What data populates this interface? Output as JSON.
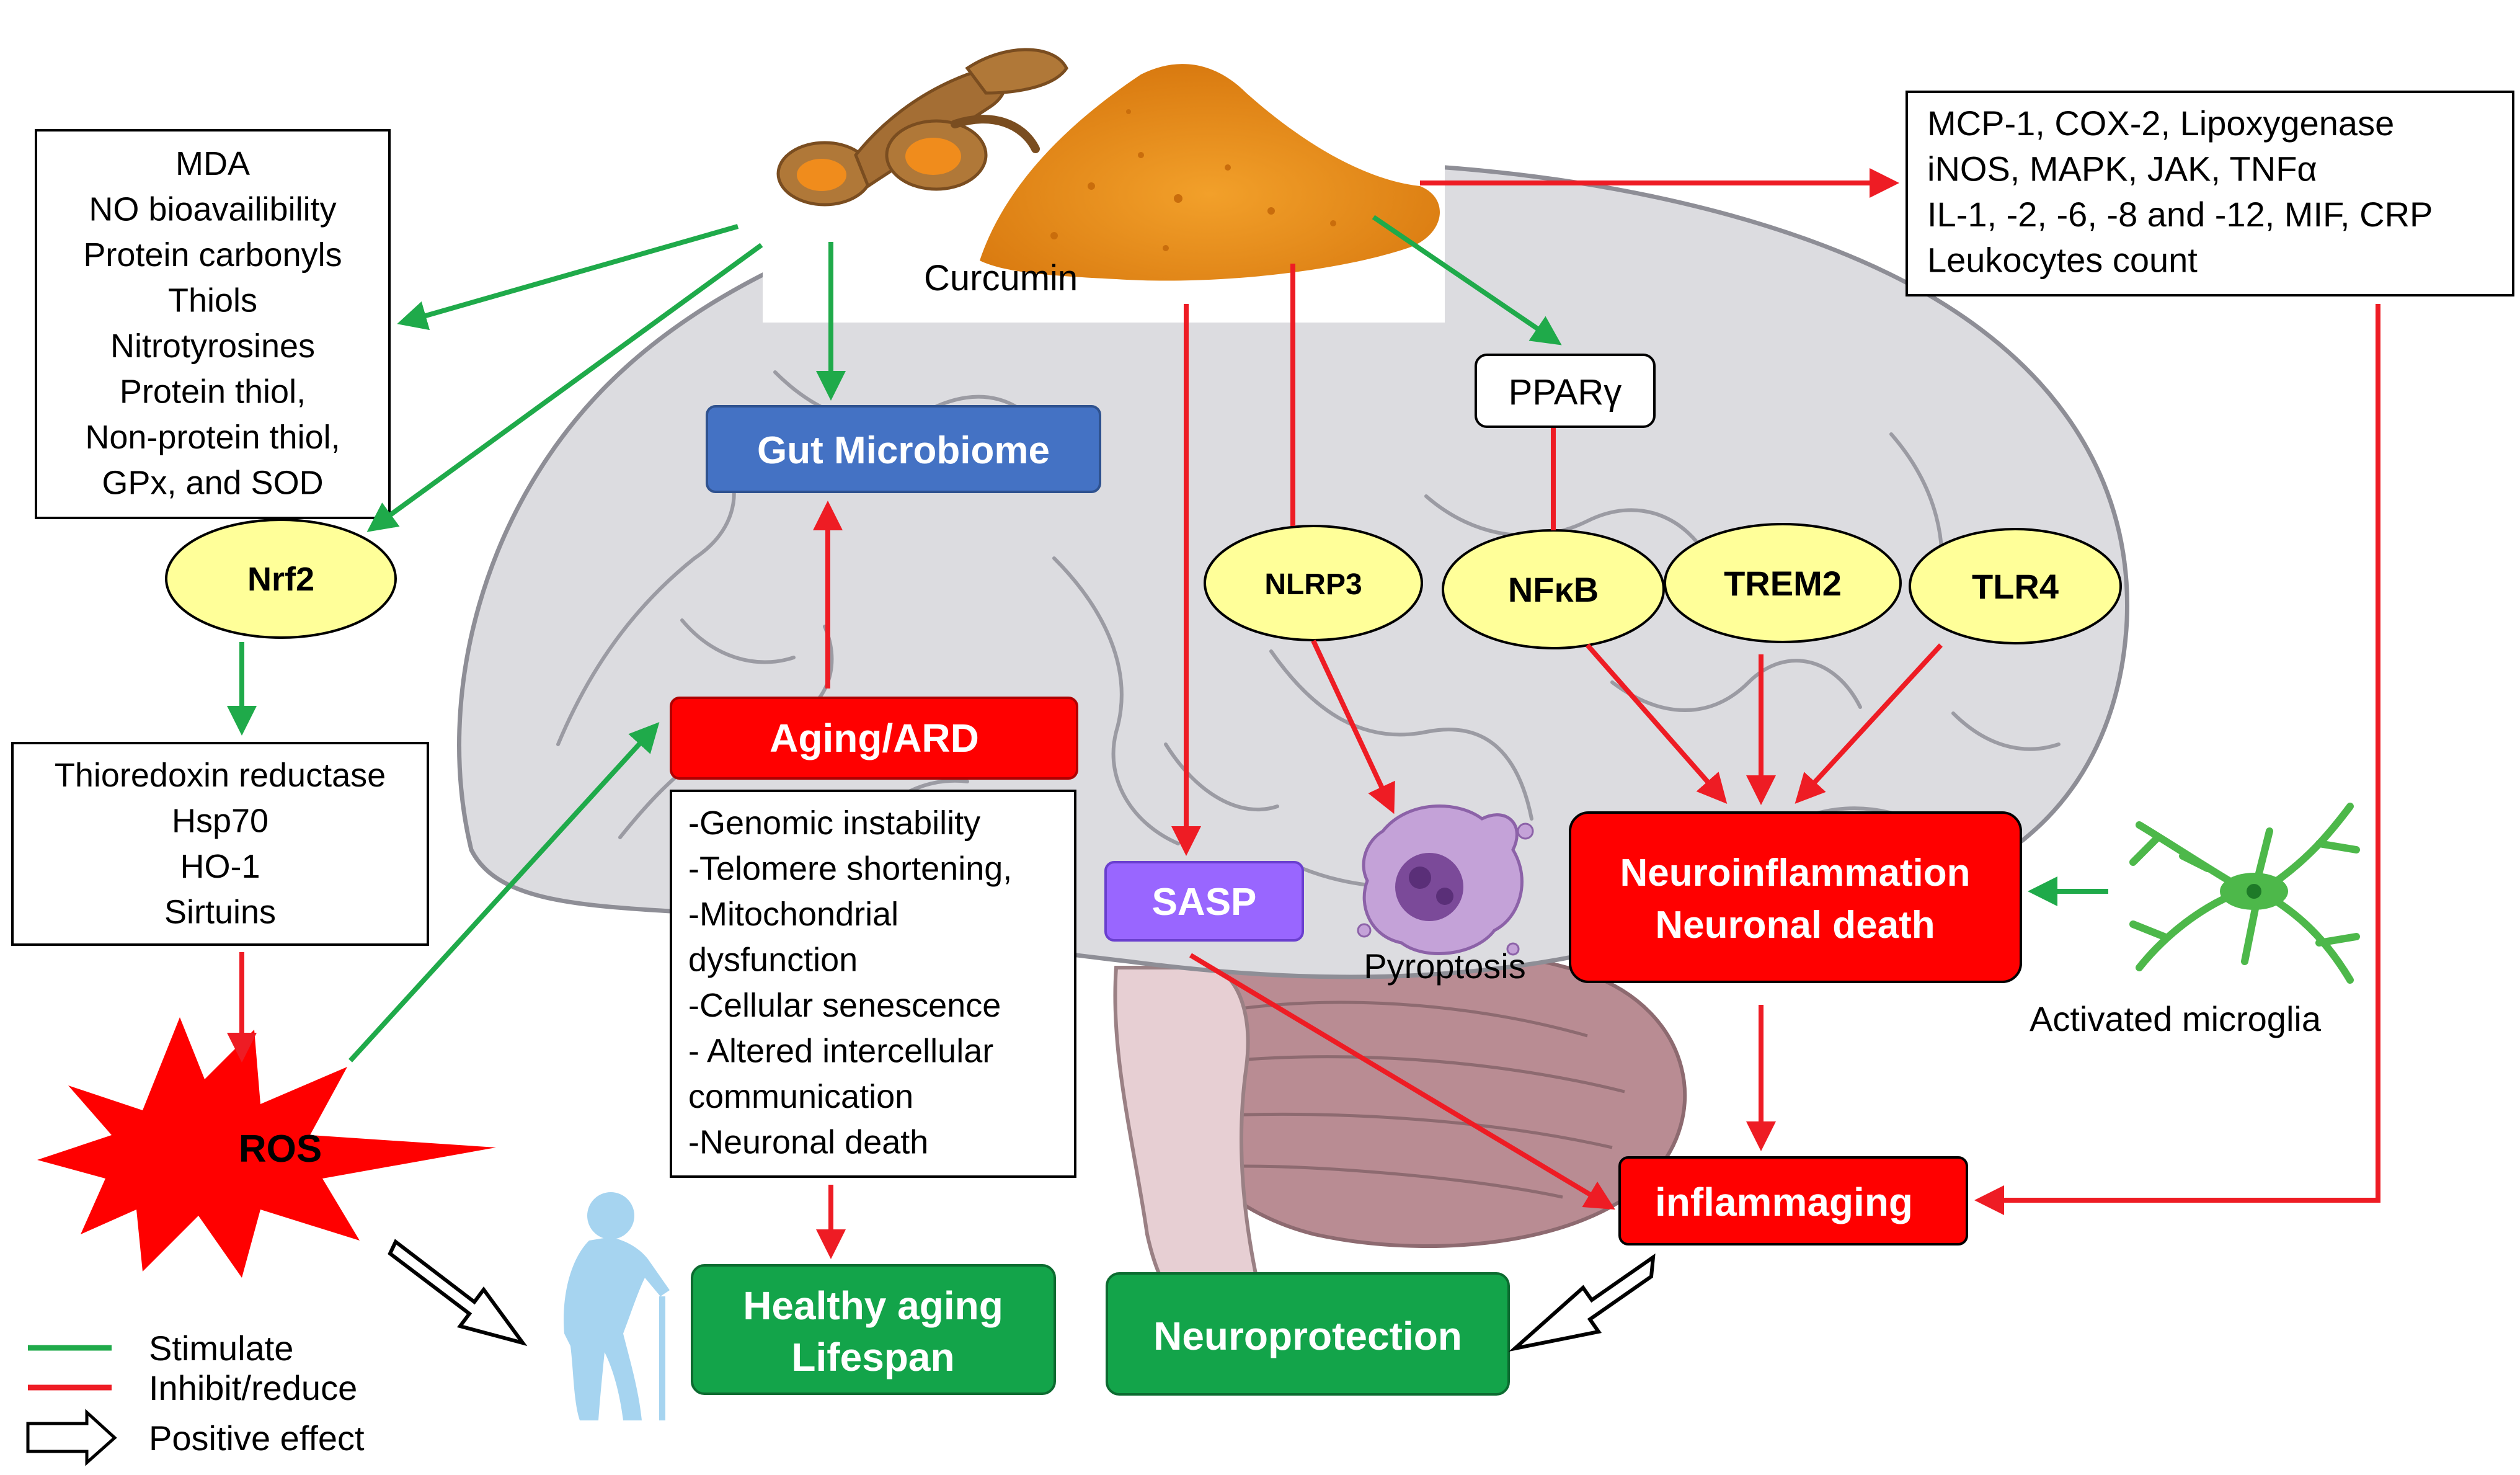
{
  "curcumin": {
    "label": "Curcumin"
  },
  "oxidative_markers": {
    "lines": [
      "MDA",
      "NO bioavailibility",
      "Protein carbonyls",
      "Thiols",
      "Nitrotyrosines",
      "Protein thiol,",
      "Non-protein thiol,",
      "GPx, and SOD"
    ]
  },
  "cytokines": {
    "lines": [
      "MCP-1, COX-2, Lipoxygenase",
      "iNOS, MAPK,  JAK, TNFα",
      "IL-1, -2, -6, -8 and -12, MIF, CRP",
      "Leukocytes count"
    ]
  },
  "antioxidant_enzymes": {
    "lines": [
      "Thioredoxin reductase",
      "Hsp70",
      "HO-1",
      "Sirtuins"
    ]
  },
  "aging_features": {
    "lines": [
      "-Genomic instability",
      "-Telomere shortening,",
      "-Mitochondrial",
      "dysfunction",
      "-Cellular senescence",
      "- Altered intercellular",
      "communication",
      "-Neuronal death"
    ]
  },
  "nodes": {
    "nrf2": "Nrf2",
    "gut_microbiome": "Gut Microbiome",
    "ppar": "PPARγ",
    "nlrp3": "NLRP3",
    "nfkb": "NFκB",
    "trem2": "TREM2",
    "tlr4": "TLR4",
    "aging_ard": "Aging/ARD",
    "sasp": "SASP",
    "pyroptosis": "Pyroptosis",
    "neuroinflammation_1": "Neuroinflammation",
    "neuroinflammation_2": "Neuronal death",
    "activated_microglia": "Activated  microglia",
    "ros": "ROS",
    "inflammaging": "inflammaging",
    "healthy_aging_1": "Healthy aging",
    "healthy_aging_2": "Lifespan",
    "neuroprotection": "Neuroprotection"
  },
  "legend": {
    "stimulate": "Stimulate",
    "inhibit": "Inhibit/reduce",
    "positive": "Positive effect"
  },
  "colors": {
    "stimulate": "#1faa4a",
    "inhibit": "#ee1c24",
    "red_box": "#ff0000",
    "blue_box": "#4472c4",
    "purple_box": "#9966ff",
    "green_box": "#13a44a",
    "yellow_node": "#ffff99",
    "curcumin": "#e8901a",
    "brain": "#dcdce0"
  }
}
